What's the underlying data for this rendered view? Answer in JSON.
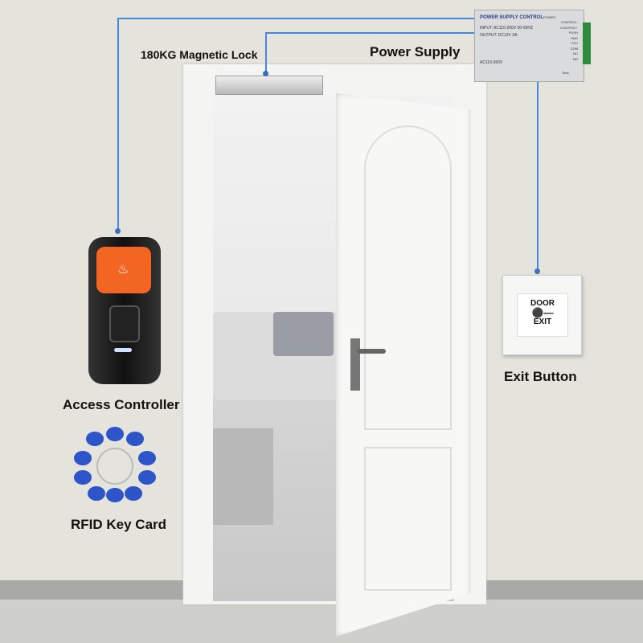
{
  "labels": {
    "magnetic_lock": "180KG Magnetic Lock",
    "power_supply": "Power Supply",
    "access_controller": "Access Controller",
    "exit_button": "Exit Button",
    "rfid_key_card": "RFID Key Card"
  },
  "power_supply_unit": {
    "title": "POWER SUPPLY CONTROL",
    "input": "INPUT: AC110-260V 50-60HZ",
    "output": "OUTPUT: DC12V 3A",
    "power": "POWER",
    "voltage": "AC110-260V",
    "terminals": [
      "CONTROL-",
      "CONTROL+",
      "PUSH",
      "GND",
      "+12V",
      "COM",
      "NC",
      "NO"
    ],
    "time": "Time"
  },
  "exit_button_device": {
    "line1": "DOOR",
    "line2": "EXIT"
  },
  "colors": {
    "wire": "#4a86d8",
    "wall": "#e4e4dc",
    "controller_key": "#f26522"
  }
}
